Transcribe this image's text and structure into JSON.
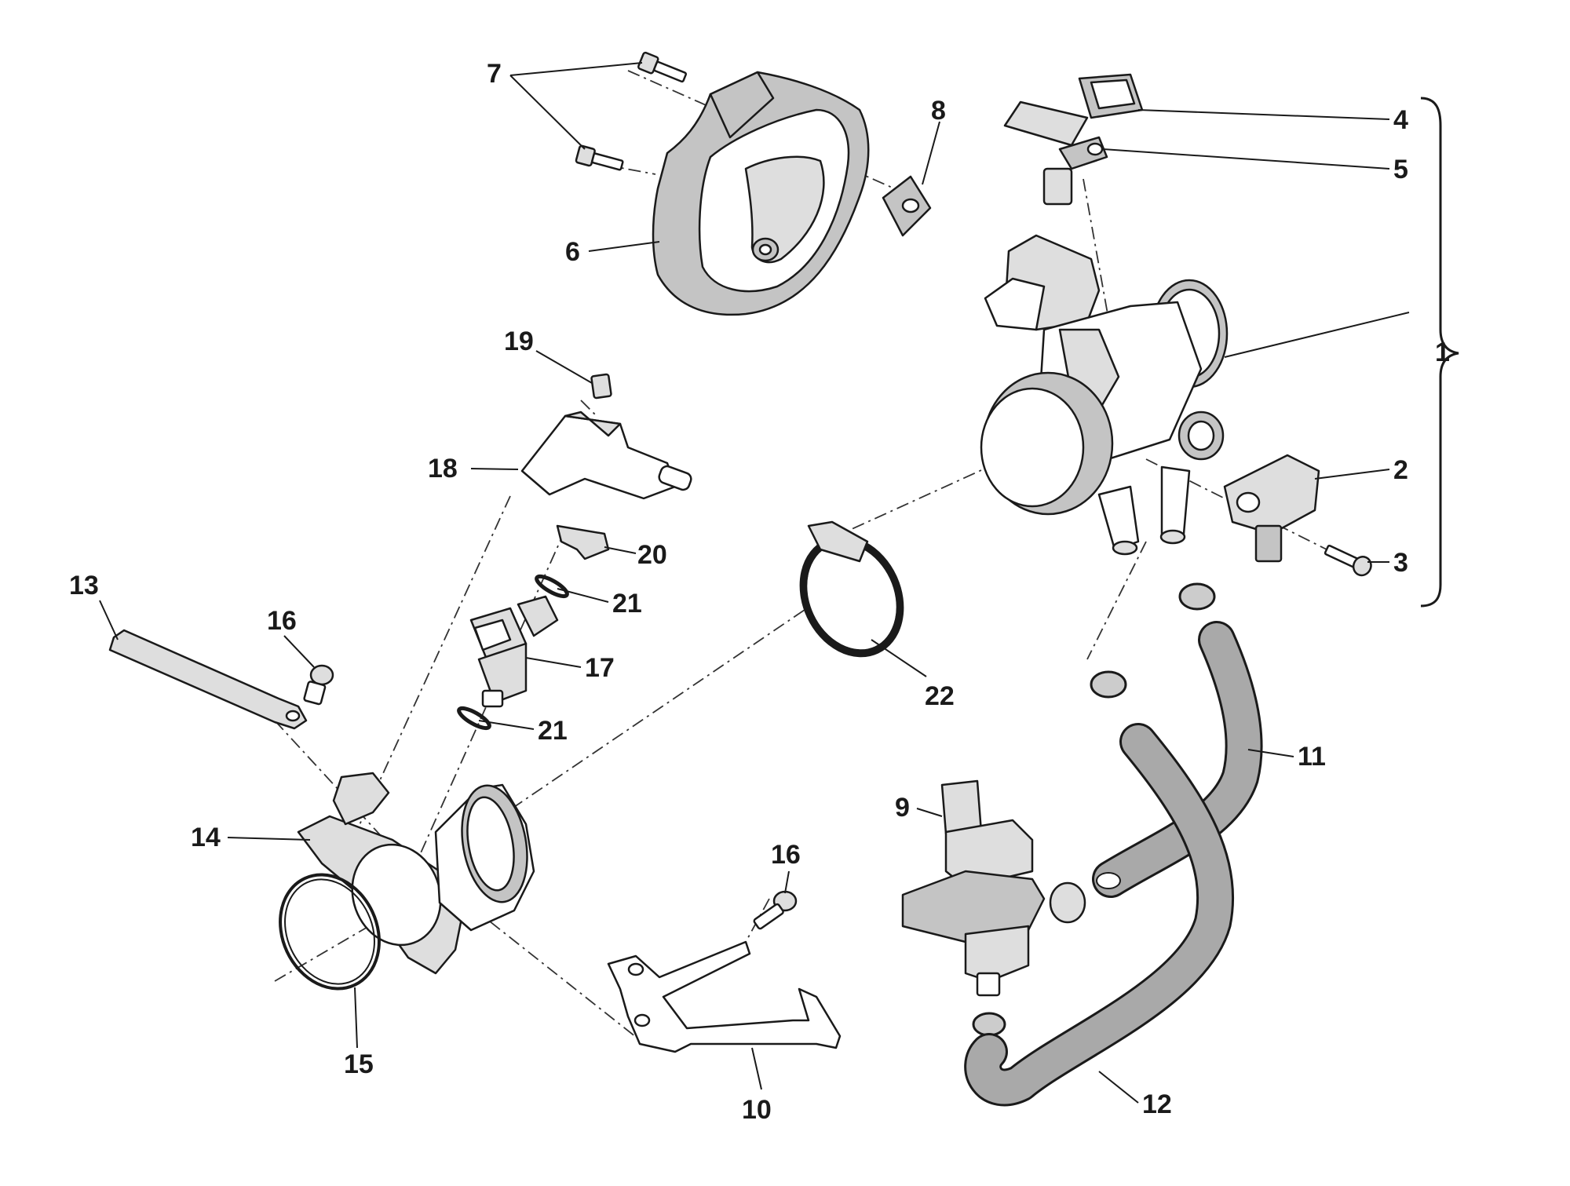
{
  "diagram": {
    "callouts": [
      "1",
      "2",
      "3",
      "4",
      "5",
      "6",
      "7",
      "8",
      "9",
      "10",
      "11",
      "12",
      "13",
      "14",
      "15",
      "16",
      "16",
      "17",
      "18",
      "19",
      "20",
      "21",
      "21",
      "22"
    ]
  }
}
